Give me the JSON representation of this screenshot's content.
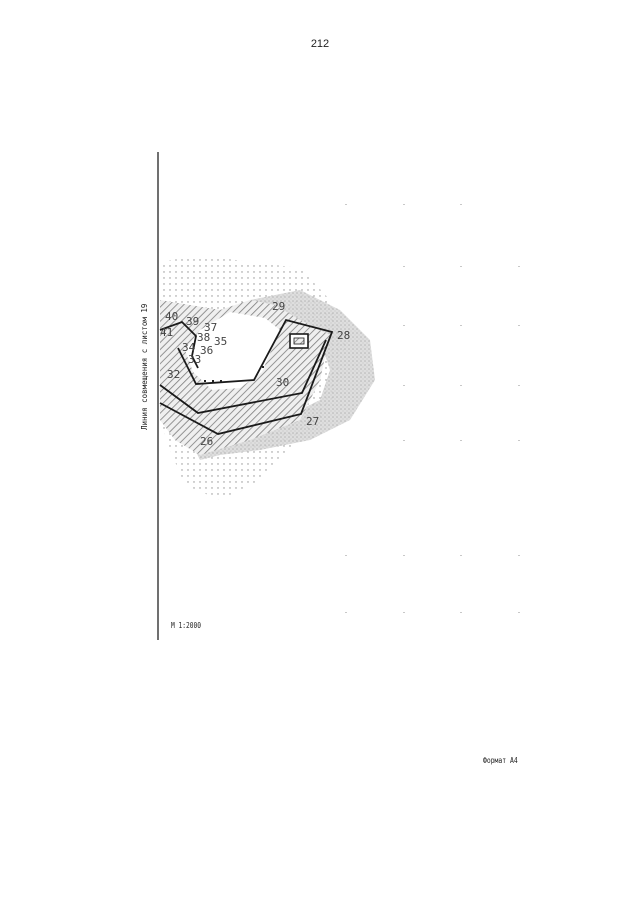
{
  "page": {
    "number": "212"
  },
  "map": {
    "scale": "М 1:2000",
    "match_line": "Линия совмещения с листом 19",
    "format": "Формат А4",
    "colors": {
      "line": "#222222",
      "hatch": "#8a8a8a",
      "dots": "#9a9a9a"
    },
    "point_labels": [
      "40",
      "39",
      "37",
      "41",
      "38",
      "35",
      "34",
      "36",
      "33",
      "32",
      "29",
      "28",
      "30",
      "27",
      "26"
    ]
  }
}
